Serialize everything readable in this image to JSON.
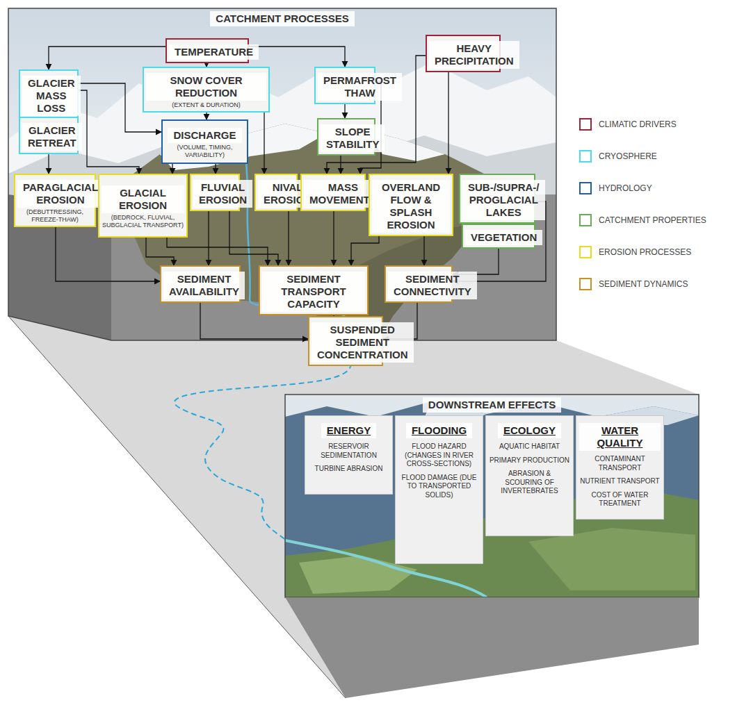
{
  "diagram": {
    "nodes": [
      {
        "text": [
          "CATCHMENT PROCESSES"
        ]
      },
      {
        "text": [
          "TEMPERATURE"
        ],
        "in": 0
      },
      {
        "text": [
          "HEAVY PRECIPITATION"
        ],
        "in": 0
      },
      {
        "text": [
          "GLACIER MASS LOSS"
        ],
        "in": 0
      },
      {
        "text": [
          "SNOW COVER REDUCTION",
          "(EXTENT & DURATION)"
        ],
        "in": 0
      },
      {
        "text": [
          "PERMAFROST THAW"
        ],
        "in": 0
      },
      {
        "text": [
          "GLACIER RETREAT"
        ],
        "in": 0
      },
      {
        "text": [
          "DISCHARGE",
          "(VOLUME, TIMING, VARIABILITY)"
        ],
        "in": 0
      },
      {
        "text": [
          "SLOPE STABILITY"
        ],
        "in": 0
      },
      {
        "text": [
          "PARAGLACIAL EROSION",
          "(DEBUTTRESSING, FREEZE-THAW)"
        ],
        "in": 0
      },
      {
        "text": [
          "GLACIAL EROSION",
          "(BEDROCK, FLUVIAL, SUBGLACIAL TRANSPORT)"
        ],
        "in": 0
      },
      {
        "text": [
          "FLUVIAL EROSION"
        ],
        "in": 0
      },
      {
        "text": [
          "NIVAL EROSION"
        ],
        "in": 0
      },
      {
        "text": [
          "MASS MOVEMENTS"
        ],
        "in": 0
      },
      {
        "text": [
          "OVERLAND FLOW & SPLASH EROSION"
        ],
        "in": 0
      },
      {
        "text": [
          "SUB-/SUPRA-/ PROGLACIAL LAKES"
        ],
        "in": 0
      },
      {
        "text": [
          "VEGETATION"
        ],
        "in": 0
      },
      {
        "text": [
          "SEDIMENT AVAILABILITY"
        ],
        "in": 0
      },
      {
        "text": [
          "SEDIMENT TRANSPORT CAPACITY"
        ],
        "in": 0
      },
      {
        "text": [
          "SEDIMENT CONNECTIVITY"
        ],
        "in": 0
      },
      {
        "text": [
          "SUSPENDED SEDIMENT CONCENTRATION"
        ],
        "in": 0
      },
      {
        "text": [
          "DOWNSTREAM EFFECTS"
        ]
      },
      {
        "text": [
          "ENERGY",
          "RESERVOIR SEDIMENTATION",
          "TURBINE ABRASION"
        ],
        "in": 21
      },
      {
        "text": [
          "FLOODING",
          "FLOOD HAZARD (CHANGES IN RIVER CROSS-SECTIONS)",
          "FLOOD DAMAGE (DUE TO TRANSPORTED SOLIDS)"
        ],
        "in": 21
      },
      {
        "text": [
          "ECOLOGY",
          "AQUATIC HABITAT",
          "PRIMARY PRODUCTION",
          "ABRASION & SCOURING OF INVERTEBRATES"
        ],
        "in": 21
      },
      {
        "text": [
          "WATER QUALITY",
          "CONTAMINANT TRANSPORT",
          "NUTRIENT TRANSPORT",
          "COST OF WATER TREATMENT"
        ],
        "in": 21
      }
    ],
    "edges": [
      {
        "from": 1,
        "to": 3,
        "arrow": "to"
      },
      {
        "from": 1,
        "to": 4,
        "arrow": "to"
      },
      {
        "from": 1,
        "to": 5,
        "arrow": "to"
      },
      {
        "from": 3,
        "to": 6,
        "arrow": "to"
      },
      {
        "from": 3,
        "to": 7,
        "arrow": "to"
      },
      {
        "from": 3,
        "to": 10,
        "arrow": "to"
      },
      {
        "from": 4,
        "to": 7,
        "arrow": "to"
      },
      {
        "from": 4,
        "to": 12,
        "arrow": "to"
      },
      {
        "from": 5,
        "to": 8,
        "arrow": "to"
      },
      {
        "from": 5,
        "to": 13,
        "arrow": "to"
      },
      {
        "from": 8,
        "to": 13,
        "arrow": "to"
      },
      {
        "from": 2,
        "to": 13,
        "arrow": "to"
      },
      {
        "from": 2,
        "to": 14,
        "arrow": "to"
      },
      {
        "from": 7,
        "to": 10,
        "arrow": "to"
      },
      {
        "from": 7,
        "to": 11,
        "arrow": "to"
      },
      {
        "from": 6,
        "to": 9,
        "arrow": "to"
      },
      {
        "from": 9,
        "to": 17,
        "arrow": "to"
      },
      {
        "from": 10,
        "to": 17,
        "arrow": "to"
      },
      {
        "from": 10,
        "to": 18,
        "arrow": "to"
      },
      {
        "from": 11,
        "to": 17,
        "arrow": "to"
      },
      {
        "from": 11,
        "to": 18,
        "arrow": "to"
      },
      {
        "from": 12,
        "to": 18,
        "arrow": "to"
      },
      {
        "from": 13,
        "to": 18,
        "arrow": "to"
      },
      {
        "from": 14,
        "to": 18,
        "arrow": "to"
      },
      {
        "from": 14,
        "to": 19,
        "arrow": "to"
      },
      {
        "from": 15,
        "to": 19,
        "arrow": "to"
      },
      {
        "from": 16,
        "to": 19,
        "arrow": "to"
      },
      {
        "from": 17,
        "to": 20,
        "arrow": "to"
      },
      {
        "from": 18,
        "to": 20,
        "arrow": "to"
      },
      {
        "from": 19,
        "to": 20,
        "arrow": "to"
      }
    ],
    "legend": [
      {
        "text": "CLIMATIC DRIVERS",
        "color": "#a3213a"
      },
      {
        "text": "CRYOSPHERE",
        "color": "#4ed8e8"
      },
      {
        "text": "HYDROLOGY",
        "color": "#1f5ea8"
      },
      {
        "text": "CATCHMENT PROPERTIES",
        "color": "#6bab57"
      },
      {
        "text": "EROSION PROCESSES",
        "color": "#e8dc1e"
      },
      {
        "text": "SEDIMENT DYNAMICS",
        "color": "#c4922b"
      }
    ]
  }
}
